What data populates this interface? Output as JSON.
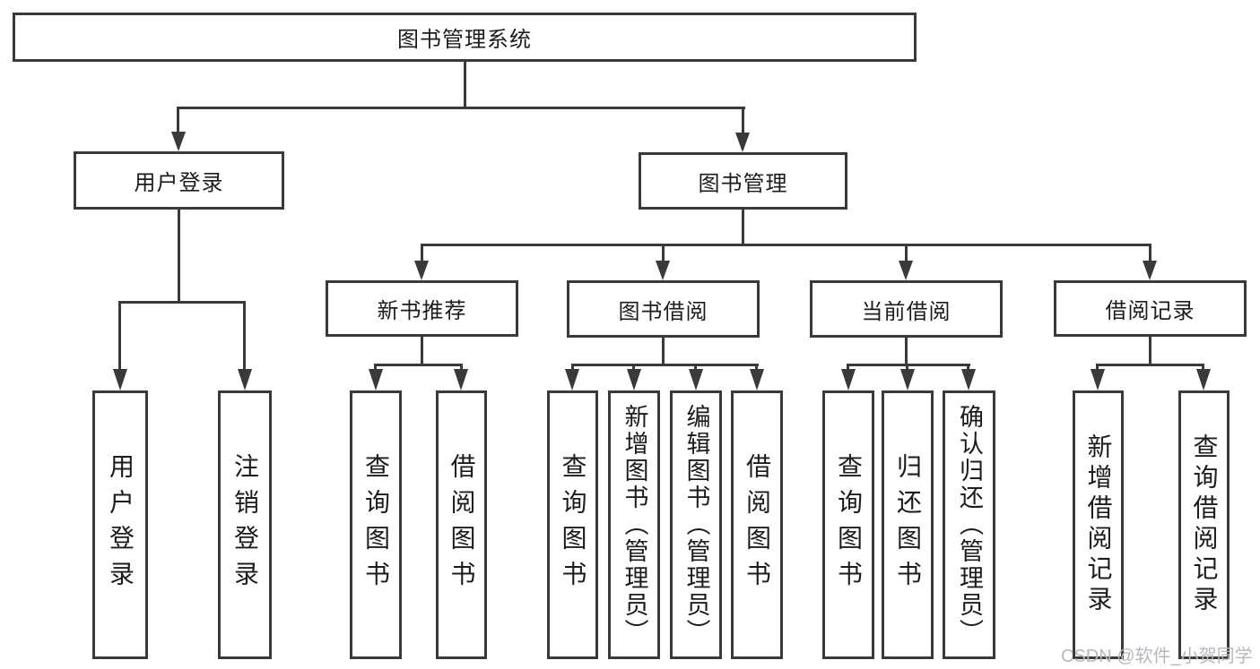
{
  "diagram": {
    "root": {
      "label": "图书管理系统"
    },
    "branches": {
      "user_login": {
        "label": "用户登录",
        "children": {
          "login": {
            "label": "用户登录"
          },
          "logout": {
            "label": "注销登录"
          }
        }
      },
      "book_management": {
        "label": "图书管理",
        "children": {
          "new_book_recommend": {
            "label": "新书推荐",
            "children": {
              "query_books": {
                "label": "查询图书"
              },
              "borrow_books": {
                "label": "借阅图书"
              }
            }
          },
          "book_borrow": {
            "label": "图书借阅",
            "children": {
              "query_books": {
                "label": "查询图书"
              },
              "add_books_admin": {
                "label": "新增图书（管理员）"
              },
              "edit_books_admin": {
                "label": "编辑图书（管理员）"
              },
              "borrow_books": {
                "label": "借阅图书"
              }
            }
          },
          "current_borrow": {
            "label": "当前借阅",
            "children": {
              "query_books": {
                "label": "查询图书"
              },
              "return_books": {
                "label": "归还图书"
              },
              "confirm_return_admin": {
                "label": "确认归还（管理员）"
              }
            }
          },
          "borrow_records": {
            "label": "借阅记录",
            "children": {
              "add_borrow_record": {
                "label": "新增借阅记录"
              },
              "query_borrow_record": {
                "label": "查询借阅记录"
              }
            }
          }
        }
      }
    },
    "colors": {
      "line": "#3a3a3a",
      "text": "#1c1c1c",
      "background": "#ffffff",
      "watermark": "#b5b9bf"
    }
  },
  "watermark": {
    "text": "CSDN @软件_小贺同学"
  }
}
